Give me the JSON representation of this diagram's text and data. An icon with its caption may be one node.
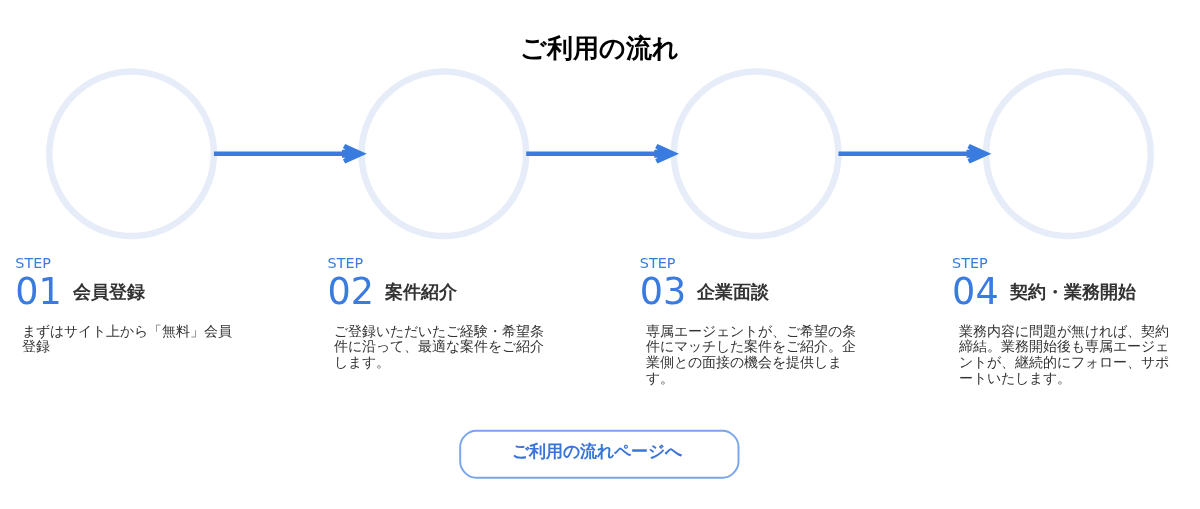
{
  "diagram": {
    "title": "ご利用の流れ",
    "nodes": [
      {
        "text": [],
        "shape": "circle",
        "beside": [
          "STEP",
          "01",
          "会員登録",
          "まずはサイト上から「無料」会員登録"
        ]
      },
      {
        "text": [],
        "shape": "circle",
        "beside": [
          "STEP",
          "02",
          "案件紹介",
          "ご登録いただいたご経験・希望条件に沿って、最適な案件をご紹介します。"
        ]
      },
      {
        "text": [],
        "shape": "circle",
        "beside": [
          "STEP",
          "03",
          "企業面談",
          "専属エージェントが、ご希望の条件にマッチした案件をご紹介。企業側との面接の機会を提供します。"
        ]
      },
      {
        "text": [],
        "shape": "circle",
        "beside": [
          "STEP",
          "04",
          "契約・業務開始",
          "業務内容に問題が無ければ、契約締結。業務開始後も専属エージェントが、継続的にフォロー、サポートいたします。"
        ]
      },
      {
        "text": [
          "ご利用の流れページへ"
        ]
      }
    ],
    "edges": [
      {
        "from": 0,
        "to": 1,
        "arrow": "to"
      },
      {
        "from": 1,
        "to": 2,
        "arrow": "to"
      },
      {
        "from": 2,
        "to": 3,
        "arrow": "to"
      }
    ]
  }
}
